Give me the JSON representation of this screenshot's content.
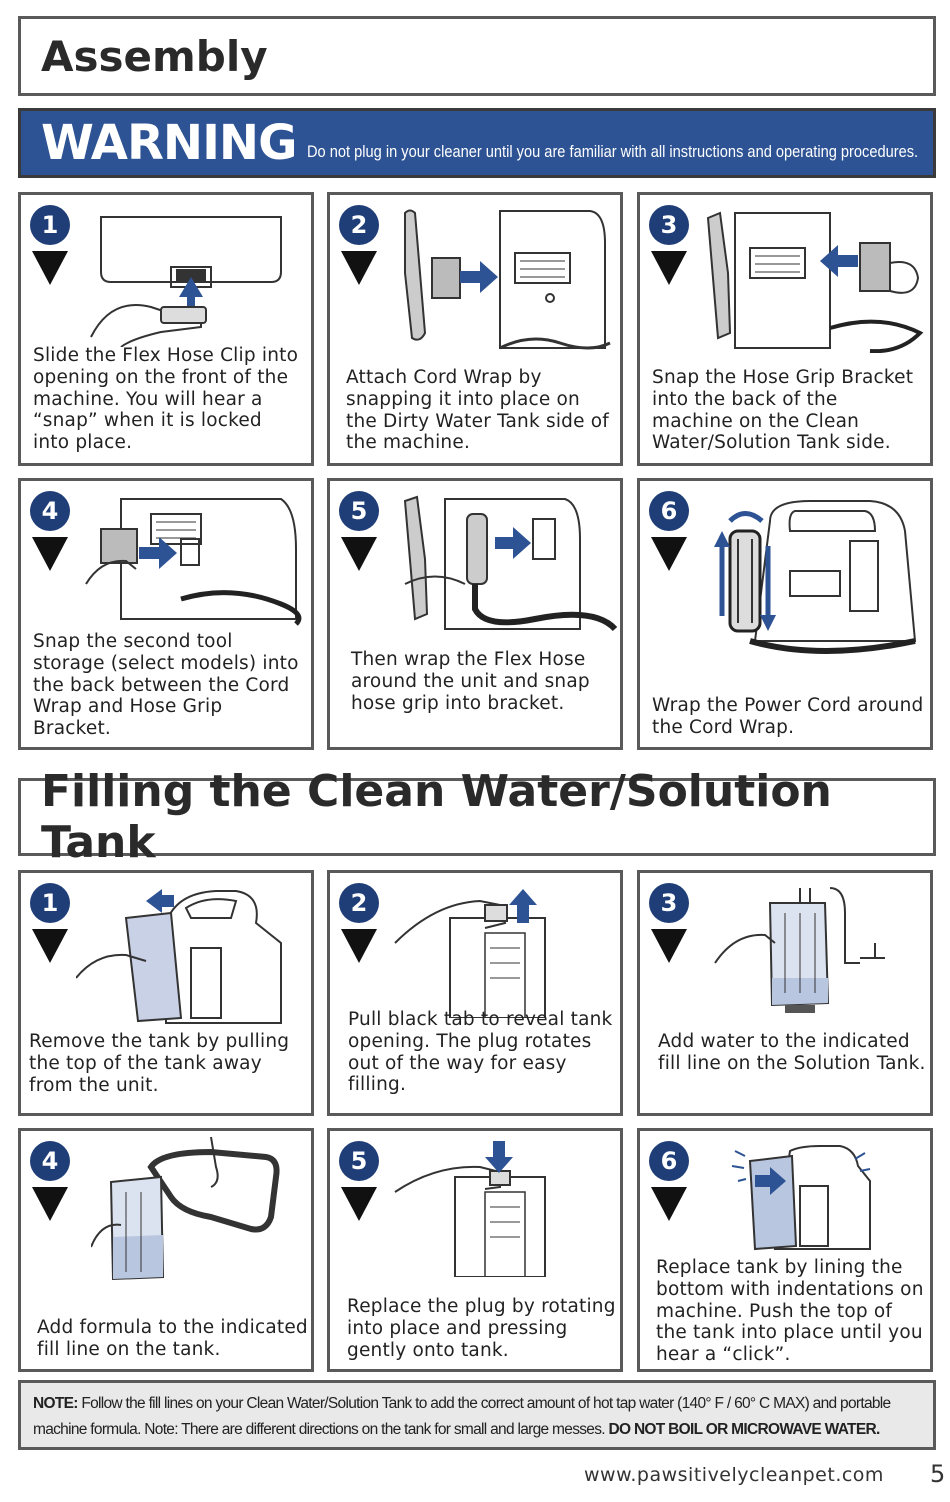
{
  "assembly": {
    "title": "Assembly",
    "warning": {
      "label": "WARNING",
      "text": "Do not plug in your cleaner until you are familiar with all instructions and operating procedures."
    },
    "steps": [
      {
        "num": "1",
        "text": "Slide the Flex Hose Clip into opening on the front of the machine. You will hear a “snap” when it is locked into place."
      },
      {
        "num": "2",
        "text": "Attach Cord Wrap by snapping it into place on the Dirty Water Tank side of the machine."
      },
      {
        "num": "3",
        "text": "Snap the Hose Grip Bracket into the back of the machine on the Clean Water/Solution Tank side."
      },
      {
        "num": "4",
        "text": "Snap the second tool storage (select models) into the back between the Cord Wrap and Hose Grip Bracket."
      },
      {
        "num": "5",
        "text": "Then wrap the Flex Hose around the unit and snap hose grip into bracket."
      },
      {
        "num": "6",
        "text": "Wrap the Power Cord around the Cord Wrap."
      }
    ]
  },
  "filling": {
    "title": "Filling the Clean Water/Solution Tank",
    "steps": [
      {
        "num": "1",
        "text": "Remove the tank by pulling the top of the tank away from the unit."
      },
      {
        "num": "2",
        "text": "Pull black tab to reveal tank opening. The plug rotates out of the way for easy filling."
      },
      {
        "num": "3",
        "text": "Add water to the indicated fill line on the Solution Tank."
      },
      {
        "num": "4",
        "text": "Add formula to the indicated fill line on the tank."
      },
      {
        "num": "5",
        "text": "Replace the plug by rotating into place and pressing gently onto tank."
      },
      {
        "num": "6",
        "text": "Replace tank by lining the bottom with indentations on machine. Push the top of the tank into place until you hear a “click”."
      }
    ]
  },
  "note": {
    "label": "NOTE:",
    "text": "Follow the fill lines on your Clean Water/Solution Tank to add the correct amount of hot tap water (140° F / 60° C MAX) and portable machine formula. Note: There are different directions on the tank for small and large messes.",
    "emphasis": "DO NOT BOIL OR MICROWAVE WATER."
  },
  "footer": {
    "url": "www.pawsitivelycleanpet.com",
    "page": "5"
  },
  "colors": {
    "accent_blue": "#2d5394",
    "badge_blue": "#1f3e78",
    "border_gray": "#5a5a5a",
    "note_bg": "#e9e9ea"
  }
}
